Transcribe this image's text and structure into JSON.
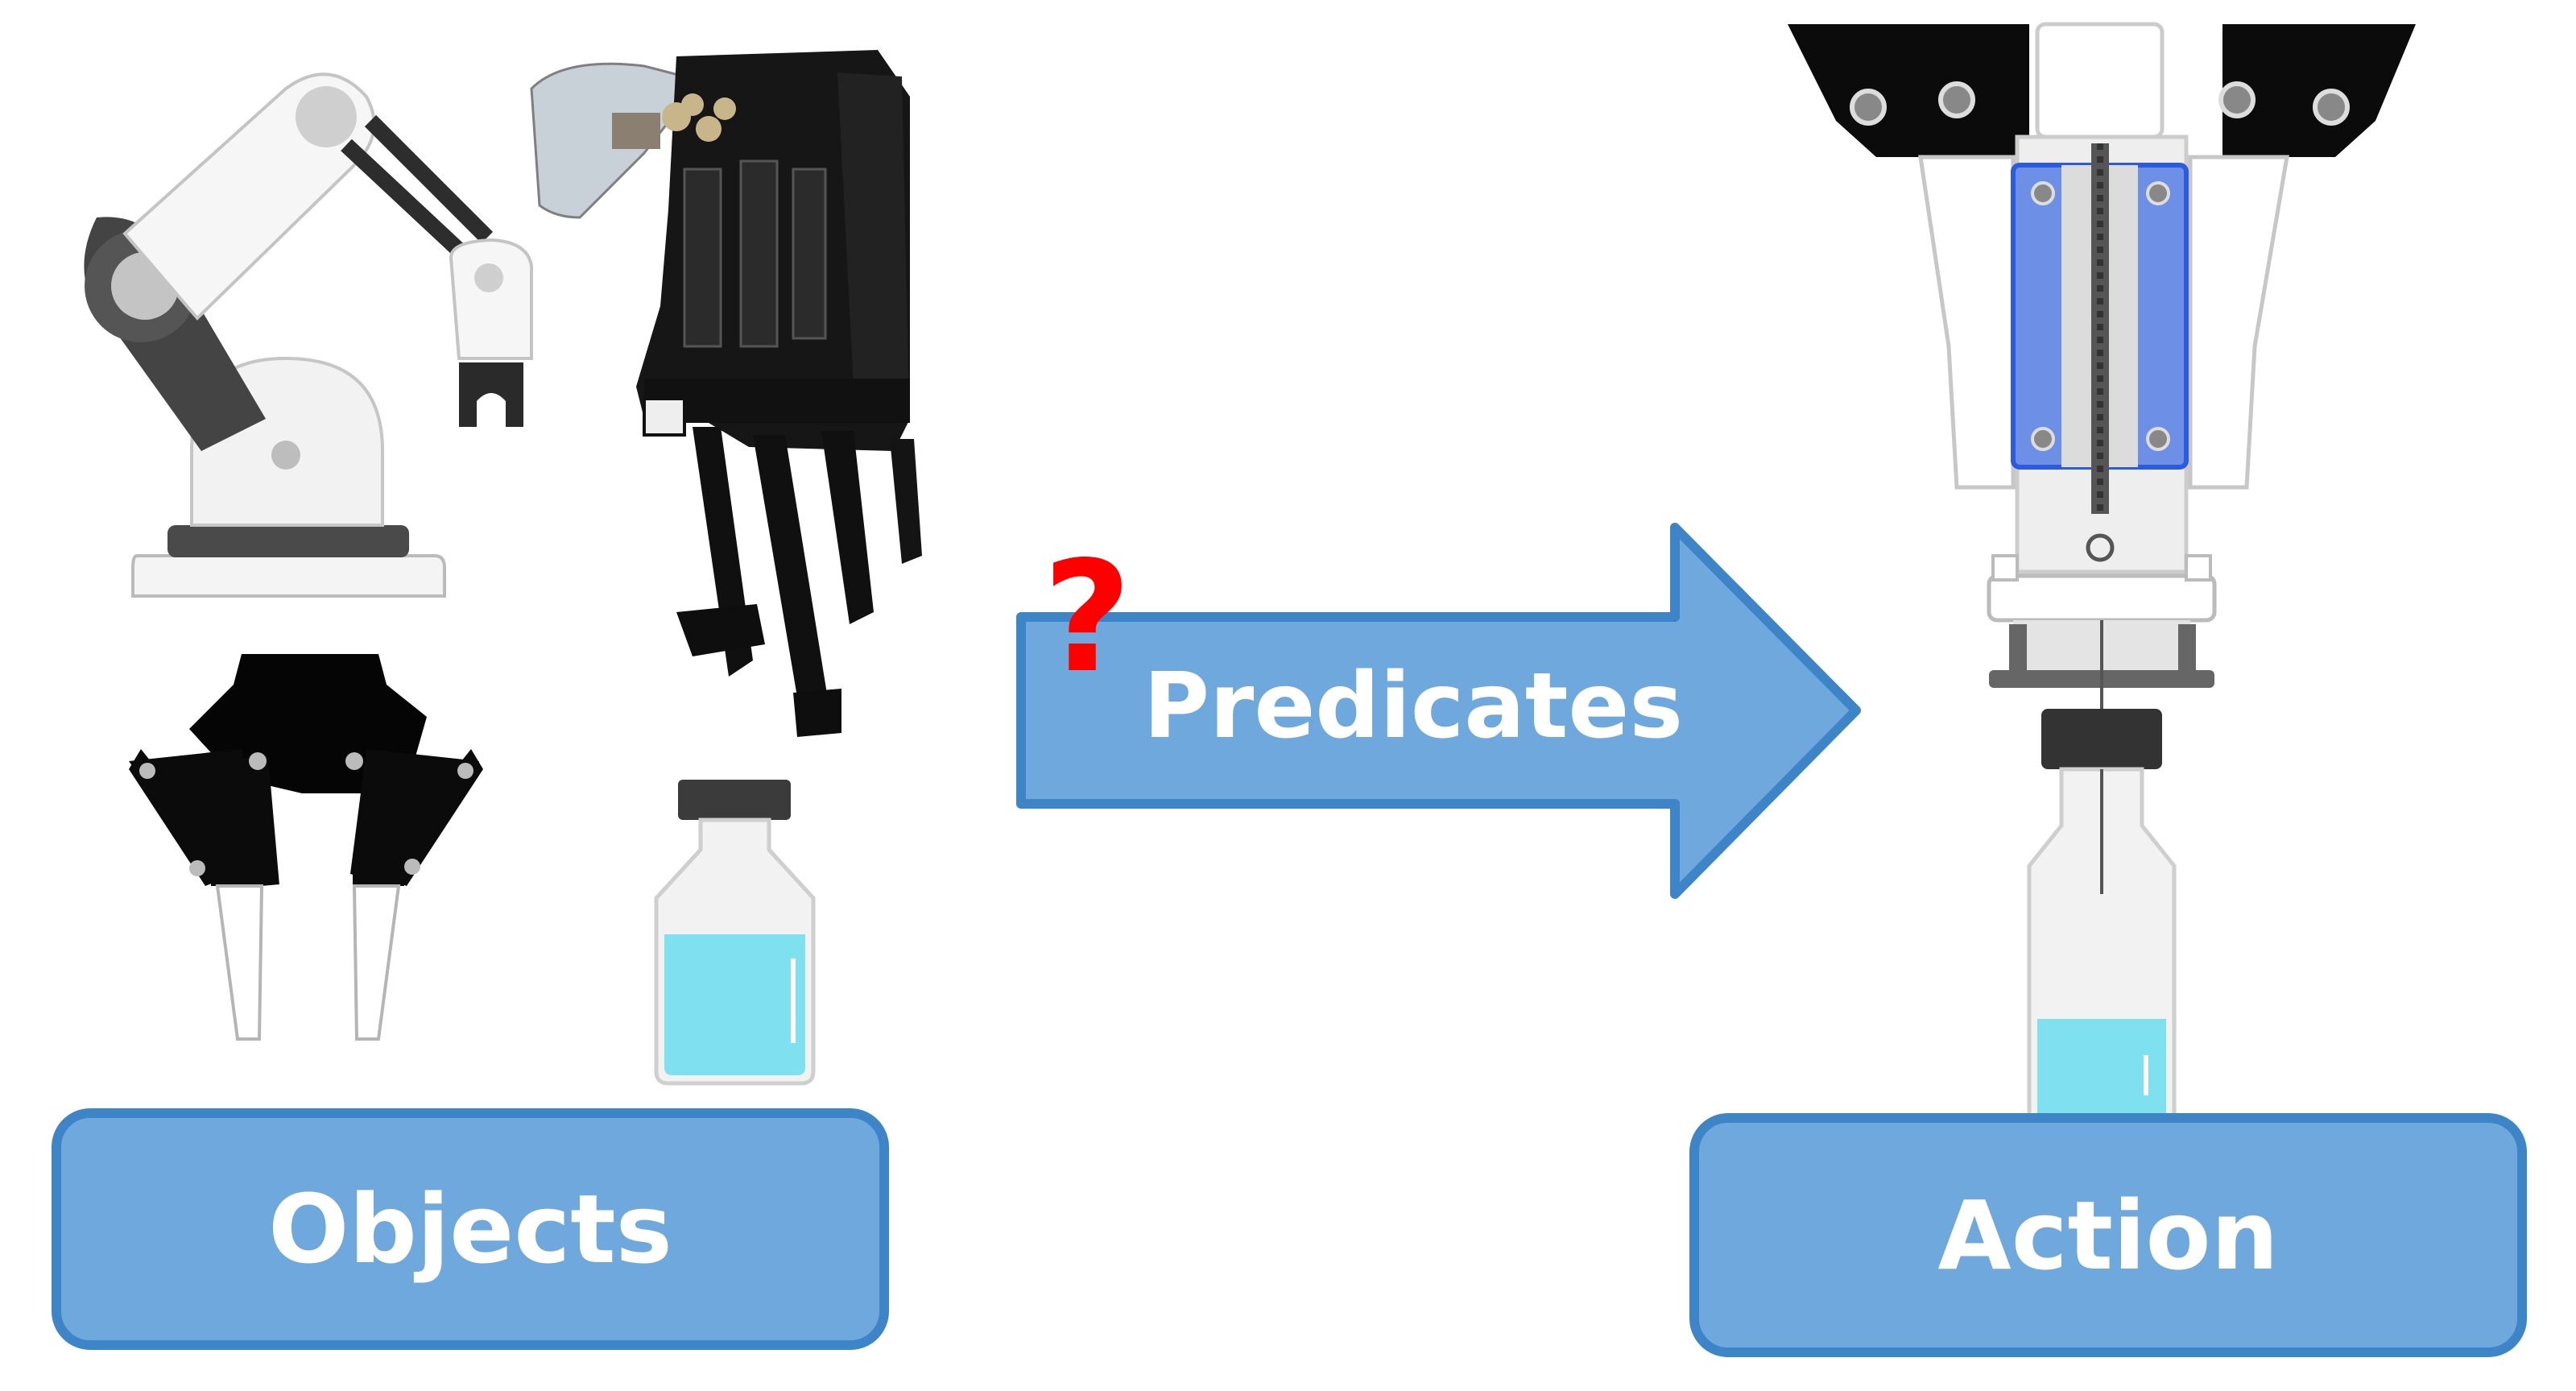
{
  "labels": {
    "objects": "Objects",
    "predicates": "Predicates",
    "action": "Action",
    "question": "?"
  },
  "icons": [
    "robot-arm-icon",
    "lab-instrument-photo",
    "gripper-icon",
    "bottle-icon",
    "gripper-with-syringe-icon",
    "vial-icon"
  ],
  "colors": {
    "box_fill": "#6fa8dc",
    "box_border": "#3d85c6",
    "liquid": "#7fe0ef",
    "syringe_plate": "#6d8fe6",
    "question_mark": "#ff0000",
    "dark": "#111111",
    "light_gray": "#f1f1f1"
  }
}
